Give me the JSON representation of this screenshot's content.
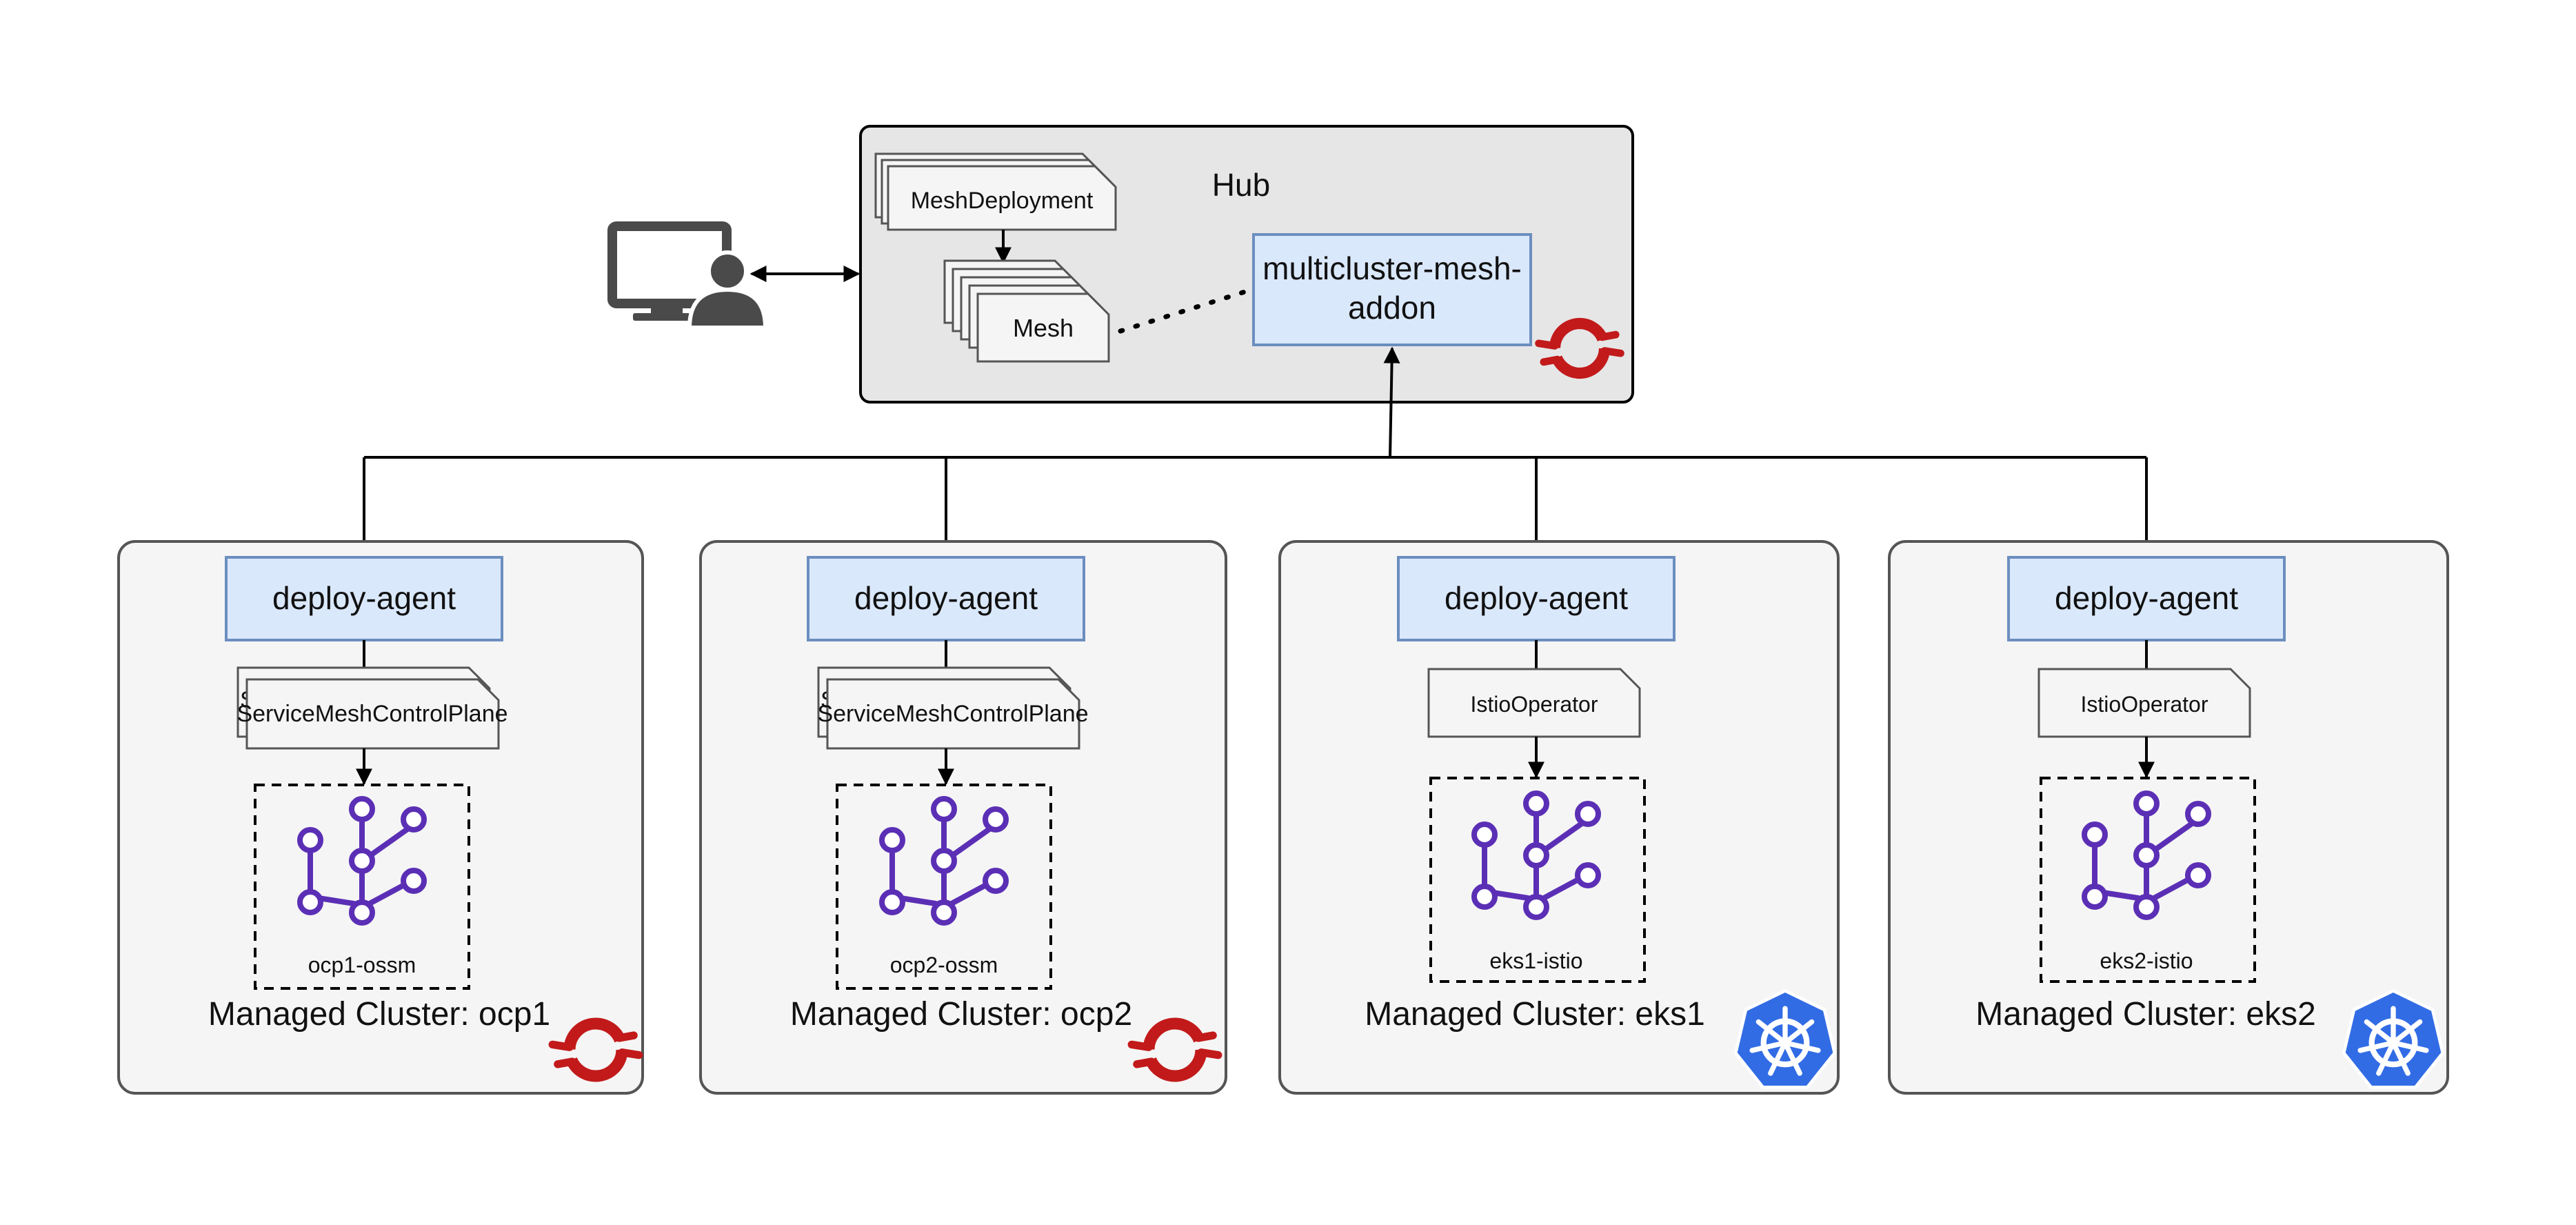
{
  "hub": {
    "title": "Hub",
    "addon_label_line1": "multicluster-mesh-",
    "addon_label_line2": "addon",
    "mesh_deployment_label": "MeshDeployment",
    "mesh_label": "Mesh",
    "logo_icon": "openshift-icon"
  },
  "user": {
    "icon": "user-computer-icon"
  },
  "clusters": [
    {
      "agent_label": "deploy-agent",
      "cr_label": "ServiceMeshControlPlane",
      "cr_back_label": "S",
      "mesh_label": "ocp1-ossm",
      "cluster_label": "Managed Cluster: ocp1",
      "logo_icon": "openshift-icon"
    },
    {
      "agent_label": "deploy-agent",
      "cr_label": "ServiceMeshControlPlane",
      "cr_back_label": "S",
      "mesh_label": "ocp2-ossm",
      "cluster_label": "Managed Cluster: ocp2",
      "logo_icon": "openshift-icon"
    },
    {
      "agent_label": "deploy-agent",
      "cr_label": "IstioOperator",
      "mesh_label": "eks1-istio",
      "cluster_label": "Managed Cluster: eks1",
      "logo_icon": "kubernetes-icon"
    },
    {
      "agent_label": "deploy-agent",
      "cr_label": "IstioOperator",
      "mesh_label": "eks2-istio",
      "cluster_label": "Managed Cluster: eks2",
      "logo_icon": "kubernetes-icon"
    }
  ],
  "colors": {
    "hub_fill": "#e6e6e6",
    "cluster_fill": "#f5f5f5",
    "agent_fill": "#dae8fc",
    "agent_stroke": "#6c8ebf",
    "mesh_icon": "#5b2fb5",
    "openshift_red": "#c21a1a",
    "kubernetes_blue": "#326ce5",
    "user_icon": "#4a4a4a"
  }
}
